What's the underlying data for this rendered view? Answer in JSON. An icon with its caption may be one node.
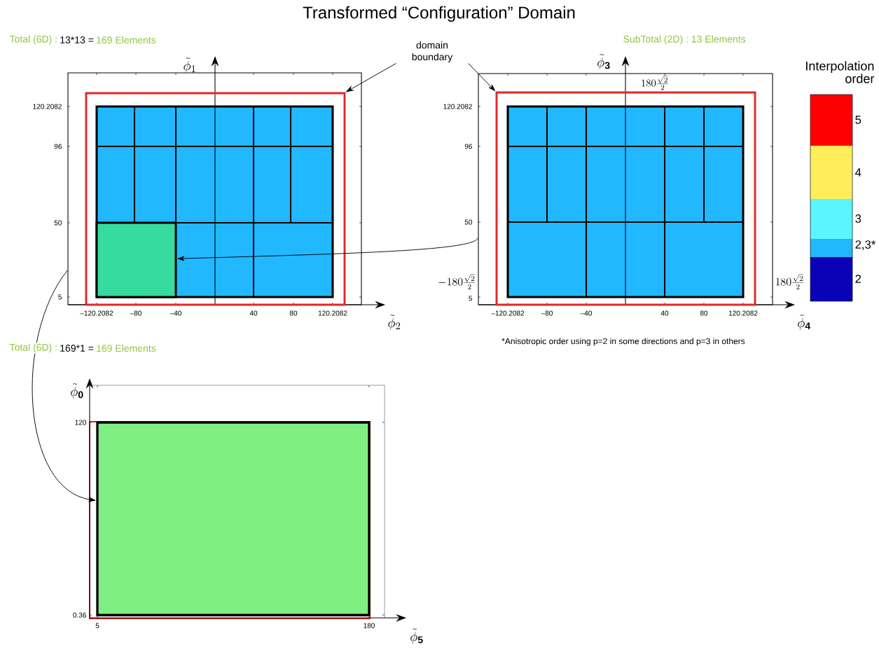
{
  "diagram": {
    "title": "Transformed “Configuration” Domain",
    "nodes": [
      {
        "text": [
          "domain boundary"
        ]
      },
      {
        "text": [],
        "shape": "box"
      },
      {
        "text": [],
        "shape": "box",
        "in": 1
      },
      {
        "text": [],
        "shape": "box",
        "in": 2
      },
      {
        "text": [],
        "shape": "box"
      },
      {
        "text": [],
        "shape": "box",
        "in": 4
      },
      {
        "text": [],
        "shape": "box"
      }
    ],
    "edges": [
      {
        "from": 0,
        "to": 2,
        "arrow": "to"
      },
      {
        "from": 0,
        "to": 5,
        "arrow": "to"
      },
      {
        "from": 4,
        "to": 3,
        "arrow": "to"
      },
      {
        "from": 1,
        "to": 6,
        "arrow": "to"
      }
    ],
    "labels": [
      "Total (6D) :",
      "13*13 =",
      "169 Elements",
      "SubTotal (2D) : 13 Elements",
      "Interpolation order",
      "\\tilde{\\phi}_1",
      "\\tilde{\\phi}_{\\mathbf{3}}",
      "180\\frac{\\sqrt{2}}{2}",
      "120.2082",
      "120.2082",
      "96",
      "96",
      "50",
      "50",
      "-180\\frac{\\sqrt{2}}{2}",
      "180\\frac{\\sqrt{2}}{2}",
      "5",
      "5",
      "–120.2082",
      "–80",
      "–40",
      "40",
      "80",
      "120.2082",
      "–120.2082",
      "–80",
      "–40",
      "40",
      "80",
      "120.2082",
      "\\tilde{\\phi}_2",
      "\\tilde{\\phi}_{\\mathbf{4}}",
      "*Anisotropic order using p=2 in some directions and p=3 in others",
      "Total (6D) :",
      "169*1 =",
      "169 Elements",
      "\\tilde{\\phi}_{\\mathbf{0}}",
      "120",
      "0.36",
      "5",
      "180",
      "\\tilde{\\phi}_{\\mathbf{5}}"
    ],
    "legend": [
      {
        "text": "5",
        "color": "#ff0000"
      },
      {
        "text": "4",
        "color": "#ffee5a"
      },
      {
        "text": "3",
        "color": "#5af5ff"
      },
      {
        "text": "2,3*",
        "color": "#22b8ff"
      },
      {
        "text": "2",
        "color": "#0a00b8"
      }
    ]
  }
}
